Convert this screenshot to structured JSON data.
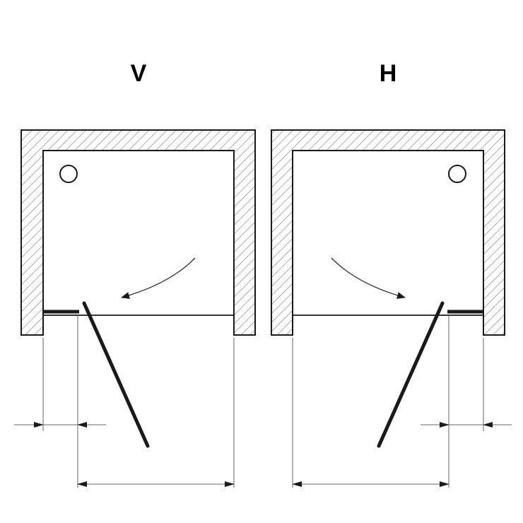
{
  "colors": {
    "line": "#1a1a1a",
    "dimension": "#555555",
    "hatch": "#777777",
    "background": "#ffffff"
  },
  "variants": [
    {
      "label": "V",
      "shower_head_corner": "top-left",
      "door_hinge_side": "left",
      "swing_direction": "outward"
    },
    {
      "label": "H",
      "shower_head_corner": "top-right",
      "door_hinge_side": "right",
      "swing_direction": "outward"
    }
  ]
}
